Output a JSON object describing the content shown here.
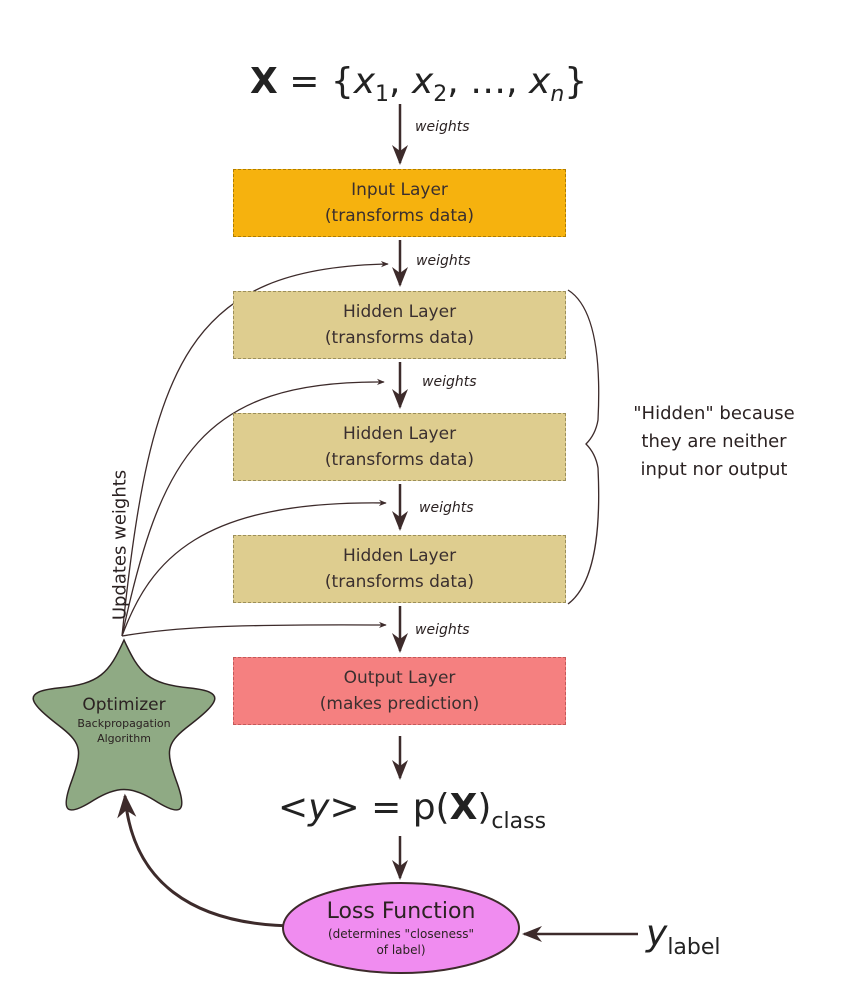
{
  "input_equation": {
    "bold": "X",
    "eq": " = {",
    "x": "x",
    "s1": "1",
    "sep1": ", ",
    "s2": "2",
    "dots": ", …, ",
    "sn": "n",
    "close": "}"
  },
  "weights_label": "weights",
  "layers": [
    {
      "name": "Input Layer",
      "desc": "(transforms data)",
      "color": "#f6b20e"
    },
    {
      "name": "Hidden Layer",
      "desc": "(transforms data)",
      "color": "#decd8f"
    },
    {
      "name": "Hidden Layer",
      "desc": "(transforms data)",
      "color": "#decd8f"
    },
    {
      "name": "Hidden Layer",
      "desc": "(transforms data)",
      "color": "#decd8f"
    },
    {
      "name": "Output Layer",
      "desc": "(makes prediction)",
      "color": "#f58080"
    }
  ],
  "hidden_note": [
    "\"Hidden\" because",
    "they are neither",
    "input nor output"
  ],
  "prediction_equation": {
    "lt": "<",
    "y": "y",
    "gt": ">",
    "eq": " = p(",
    "bold": "X",
    "close": ")",
    "sub": "class"
  },
  "loss_function": {
    "title": "Loss Function",
    "line1": "(determines \"closeness\"",
    "line2": "of label)",
    "color": "#f08cf0"
  },
  "label_input": {
    "y": "y",
    "sub": "label"
  },
  "optimizer": {
    "title": "Optimizer",
    "line1": "Backpropagation",
    "line2": "Algorithm",
    "color": "#8faa84"
  },
  "updates_label": "Updates weights"
}
